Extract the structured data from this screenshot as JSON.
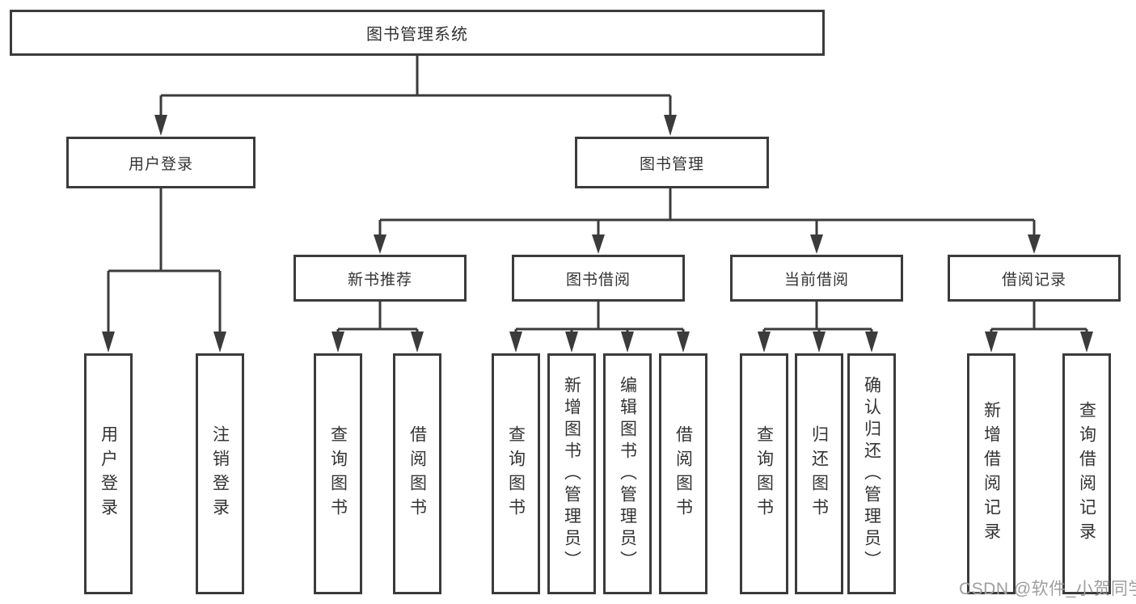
{
  "diagram": {
    "type": "tree-diagram",
    "colors": {
      "line": "#3b3b3b",
      "box_border": "#3b3b3b",
      "text": "#333333",
      "background": "#ffffff",
      "watermark": "#9e9e9e"
    },
    "watermark": "CSDN @软件_小贺同学",
    "tree": {
      "label": "图书管理系统",
      "children": [
        {
          "label": "用户登录",
          "children": [
            {
              "label": "用户登录"
            },
            {
              "label": "注销登录"
            }
          ]
        },
        {
          "label": "图书管理",
          "children": [
            {
              "label": "新书推荐",
              "children": [
                {
                  "label": "查询图书"
                },
                {
                  "label": "借阅图书"
                }
              ]
            },
            {
              "label": "图书借阅",
              "children": [
                {
                  "label": "查询图书"
                },
                {
                  "label": "新增图书（管理员）"
                },
                {
                  "label": "编辑图书（管理员）"
                },
                {
                  "label": "借阅图书"
                }
              ]
            },
            {
              "label": "当前借阅",
              "children": [
                {
                  "label": "查询图书"
                },
                {
                  "label": "归还图书"
                },
                {
                  "label": "确认归还（管理员）"
                }
              ]
            },
            {
              "label": "借阅记录",
              "children": [
                {
                  "label": "新增借阅记录"
                },
                {
                  "label": "查询借阅记录"
                }
              ]
            }
          ]
        }
      ]
    }
  }
}
